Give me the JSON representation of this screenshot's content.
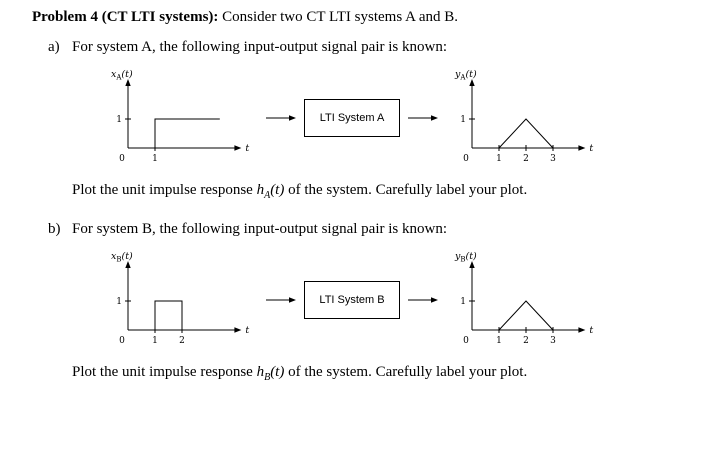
{
  "title": {
    "bold": "Problem 4 (CT LTI systems):",
    "text": "Consider two CT LTI systems A and B."
  },
  "parts": [
    {
      "label": "a)",
      "intro": "For system A, the following input-output signal pair is known:",
      "system_label": "LTI System A",
      "input_plot": {
        "ylabel": {
          "base": "x",
          "sub": "A",
          "args": "(t)"
        },
        "xlabel": "t",
        "x_ticks": [
          0,
          1
        ],
        "y_ticks": [
          1
        ],
        "x_axis_end": 4.2,
        "signal": [
          [
            1,
            0
          ],
          [
            1,
            1
          ],
          [
            3.4,
            1
          ]
        ]
      },
      "output_plot": {
        "ylabel": {
          "base": "y",
          "sub": "A",
          "args": "(t)"
        },
        "xlabel": "t",
        "x_ticks": [
          0,
          1,
          2,
          3
        ],
        "y_ticks": [
          1
        ],
        "x_axis_end": 4.2,
        "signal": [
          [
            1,
            0
          ],
          [
            2,
            1
          ],
          [
            3,
            0
          ]
        ]
      },
      "question": {
        "pre": "Plot the unit impulse response ",
        "math": {
          "base": "h",
          "sub": "A",
          "args": "(t)"
        },
        "post": " of the system. Carefully label your plot."
      }
    },
    {
      "label": "b)",
      "intro": "For system B, the following input-output signal pair is known:",
      "system_label": "LTI System B",
      "input_plot": {
        "ylabel": {
          "base": "x",
          "sub": "B",
          "args": "(t)"
        },
        "xlabel": "t",
        "x_ticks": [
          0,
          1,
          2
        ],
        "y_ticks": [
          1
        ],
        "x_axis_end": 4.2,
        "signal": [
          [
            1,
            0
          ],
          [
            1,
            1
          ],
          [
            2,
            1
          ],
          [
            2,
            0
          ]
        ]
      },
      "output_plot": {
        "ylabel": {
          "base": "y",
          "sub": "B",
          "args": "(t)"
        },
        "xlabel": "t",
        "x_ticks": [
          0,
          1,
          2,
          3
        ],
        "y_ticks": [
          1
        ],
        "x_axis_end": 4.2,
        "signal": [
          [
            1,
            0
          ],
          [
            2,
            1
          ],
          [
            3,
            0
          ]
        ]
      },
      "question": {
        "pre": "Plot the unit impulse response ",
        "math": {
          "base": "h",
          "sub": "B",
          "args": "(t)"
        },
        "post": " of the system. Carefully label your plot."
      }
    }
  ]
}
